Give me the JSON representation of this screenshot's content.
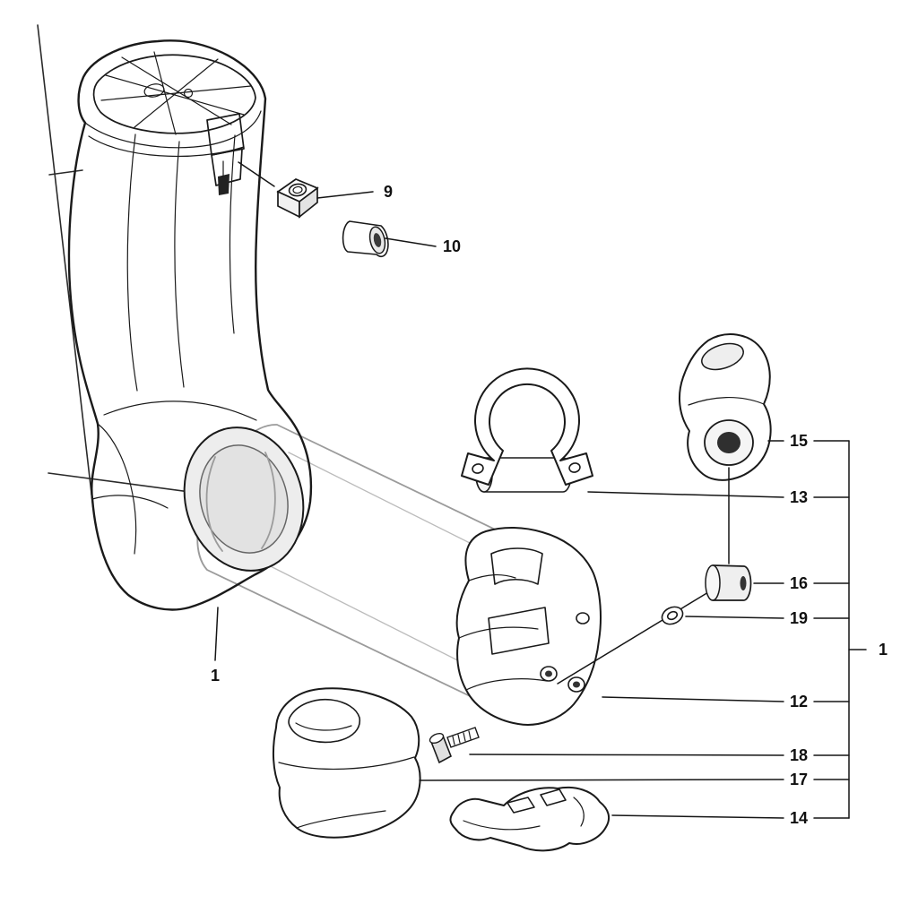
{
  "diagram": {
    "type": "exploded-parts-diagram",
    "background": "#ffffff",
    "colors": {
      "highlight_fill": "#ffc20e",
      "outline": "#1a1a1a",
      "tube_stroke": "#9b9b9b"
    },
    "callouts": {
      "c1_left": {
        "label": "1"
      },
      "c9": {
        "label": "9"
      },
      "c10": {
        "label": "10"
      },
      "c12": {
        "label": "12"
      },
      "c13": {
        "label": "13"
      },
      "c14": {
        "label": "14"
      },
      "c15": {
        "label": "15"
      },
      "c16": {
        "label": "16"
      },
      "c17": {
        "label": "17"
      },
      "c18": {
        "label": "18"
      },
      "c19": {
        "label": "19"
      },
      "c1_right": {
        "label": "1"
      }
    }
  }
}
